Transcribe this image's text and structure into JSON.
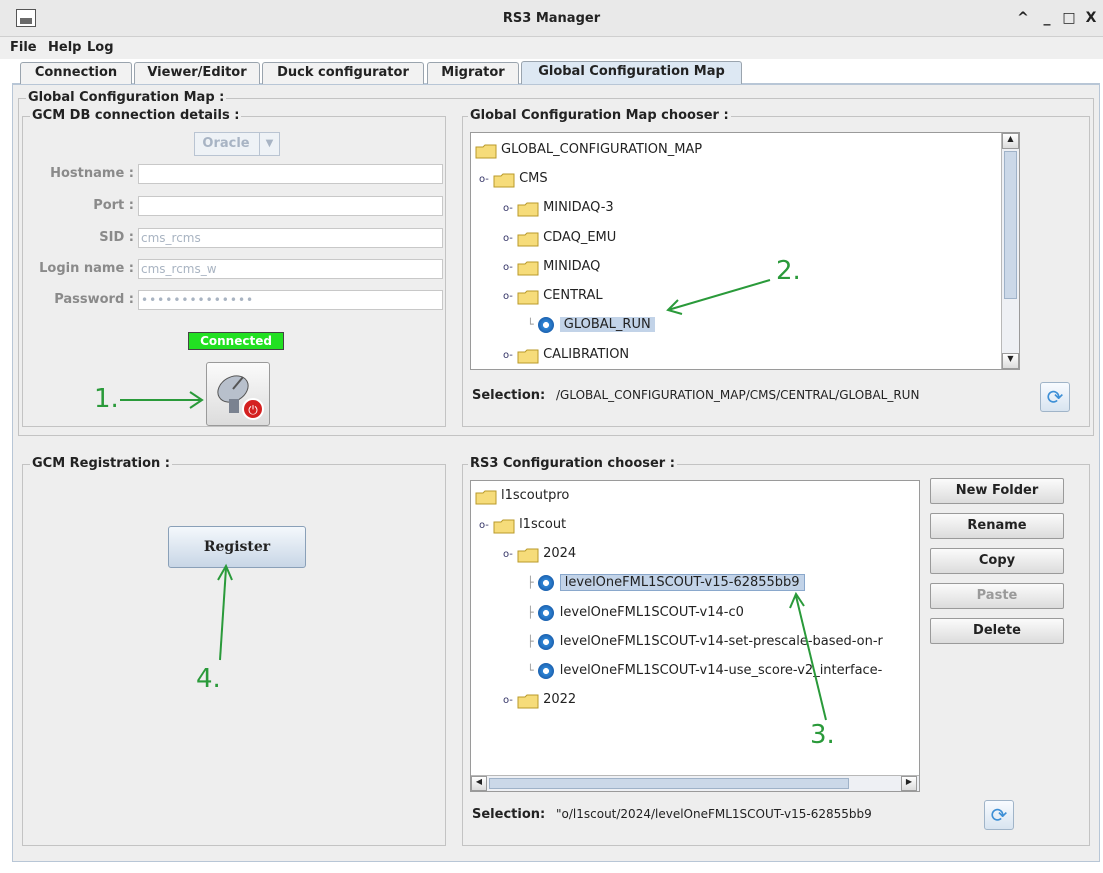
{
  "window": {
    "title": "RS3 Manager",
    "controls": [
      "^",
      "_",
      "□",
      "X"
    ]
  },
  "menu": [
    "File",
    "Help",
    "Log"
  ],
  "tabs": [
    "Connection",
    "Viewer/Editor",
    "Duck configurator",
    "Migrator",
    "Global Configuration Map"
  ],
  "gcm": {
    "panel_title": "Global Configuration Map :",
    "db": {
      "title": "GCM DB connection details :",
      "db_type": "Oracle",
      "labels": {
        "hostname": "Hostname :",
        "port": "Port :",
        "sid": "SID :",
        "login": "Login name :",
        "password": "Password :"
      },
      "values": {
        "hostname": "",
        "port": "",
        "sid": "cms_rcms",
        "login": "cms_rcms_w",
        "password": "••••••••••••••"
      },
      "status": "Connected"
    },
    "chooser": {
      "title": "Global Configuration Map chooser :",
      "tree": [
        "GLOBAL_CONFIGURATION_MAP",
        "CMS",
        "MINIDAQ-3",
        "CDAQ_EMU",
        "MINIDAQ",
        "CENTRAL",
        "GLOBAL_RUN",
        "CALIBRATION"
      ],
      "selection_label": "Selection:",
      "selection_value": "/GLOBAL_CONFIGURATION_MAP/CMS/CENTRAL/GLOBAL_RUN"
    }
  },
  "registration": {
    "title": "GCM Registration :",
    "register": "Register"
  },
  "rs3": {
    "title": "RS3 Configuration chooser :",
    "tree": [
      "l1scoutpro",
      "l1scout",
      "2024",
      "levelOneFML1SCOUT-v15-62855bb9",
      "levelOneFML1SCOUT-v14-c0",
      "levelOneFML1SCOUT-v14-set-prescale-based-on-r",
      "levelOneFML1SCOUT-v14-use_score-v2_interface-",
      "2022"
    ],
    "buttons": {
      "new_folder": "New Folder",
      "rename": "Rename",
      "copy": "Copy",
      "paste": "Paste",
      "delete": "Delete"
    },
    "selection_label": "Selection:",
    "selection_value": "\"o/l1scout/2024/levelOneFML1SCOUT-v15-62855bb9"
  },
  "annotations": [
    "1.",
    "2.",
    "3.",
    "4."
  ],
  "colors": {
    "status_bg": "#22e022",
    "selection_bg": "#c2d3e8",
    "annotation": "#2a9a3a"
  }
}
